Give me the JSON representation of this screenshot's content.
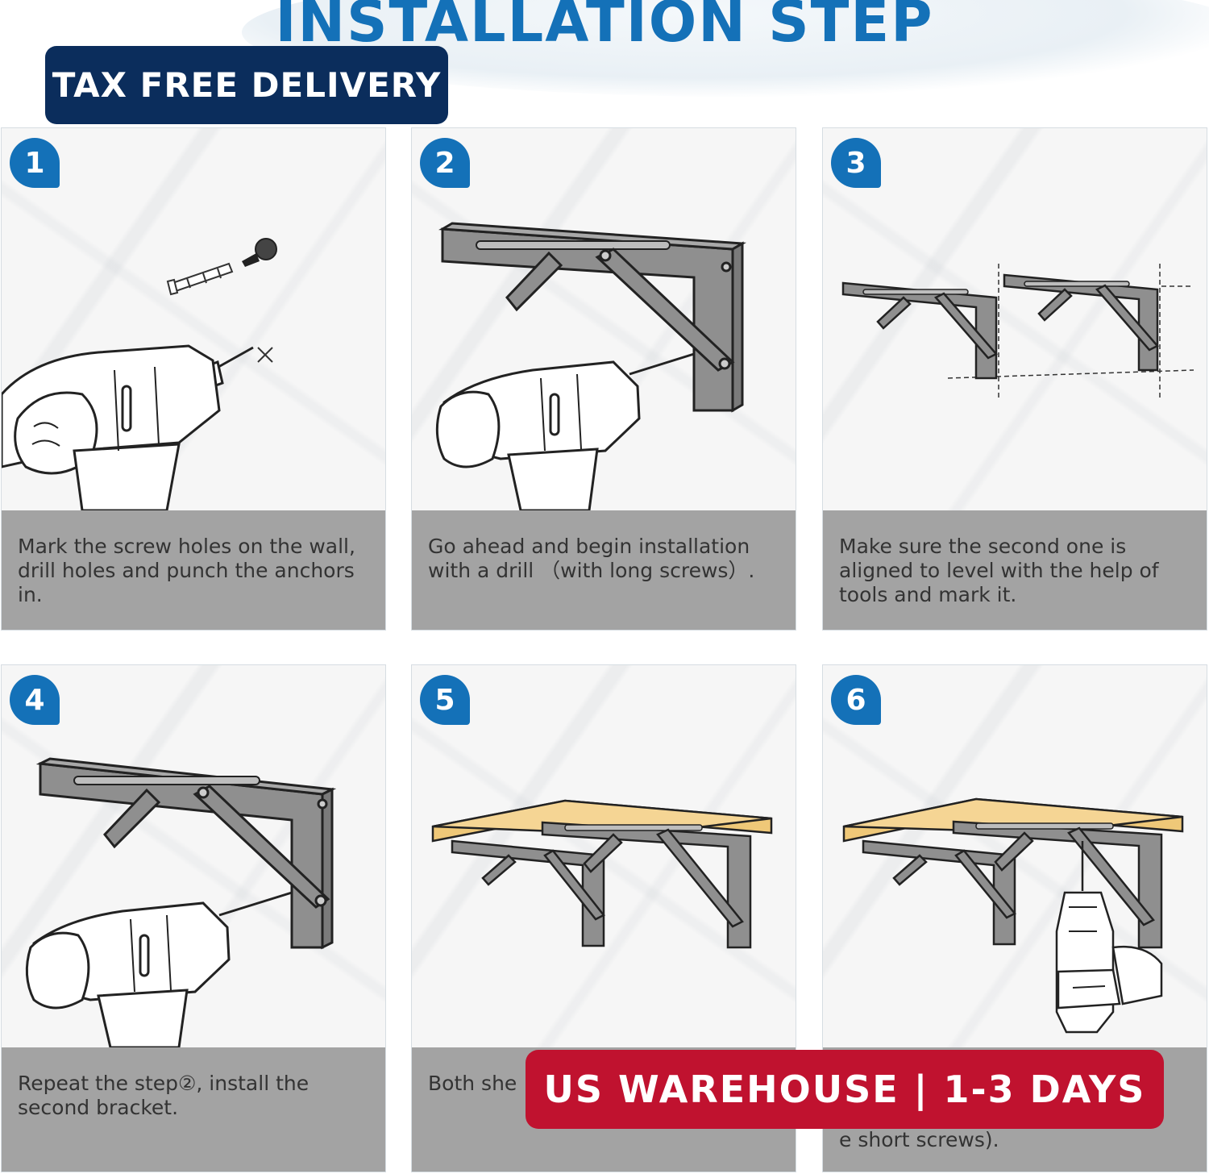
{
  "header": {
    "title": "INSTALLATION STEP"
  },
  "badges": {
    "tax_free": "TAX FREE DELIVERY",
    "us_warehouse": "US WAREHOUSE | 1-3 DAYS"
  },
  "steps": [
    {
      "number": "1",
      "caption": "Mark the screw holes on the wall, drill holes and punch the anchors in."
    },
    {
      "number": "2",
      "caption": "Go ahead and begin installation with a drill （with long screws）."
    },
    {
      "number": "3",
      "caption": "Make sure the second one is aligned to level with the help of tools and mark it."
    },
    {
      "number": "4",
      "caption": "Repeat the step②, install the second bracket."
    },
    {
      "number": "5",
      "caption": "Both she"
    },
    {
      "number": "6",
      "caption": "e short screws)."
    }
  ],
  "colors": {
    "title_blue": "#1471b8",
    "navy_badge": "#0b2d5c",
    "red_badge": "#c0122f",
    "caption_grey": "#a3a3a3",
    "bracket_grey": "#8f8f8f",
    "wood": "#efc878"
  },
  "icons": [
    "drill-icon",
    "wall-anchor-icon",
    "screw-icon",
    "folding-bracket-icon",
    "wood-shelf-icon",
    "level-line-icon"
  ]
}
